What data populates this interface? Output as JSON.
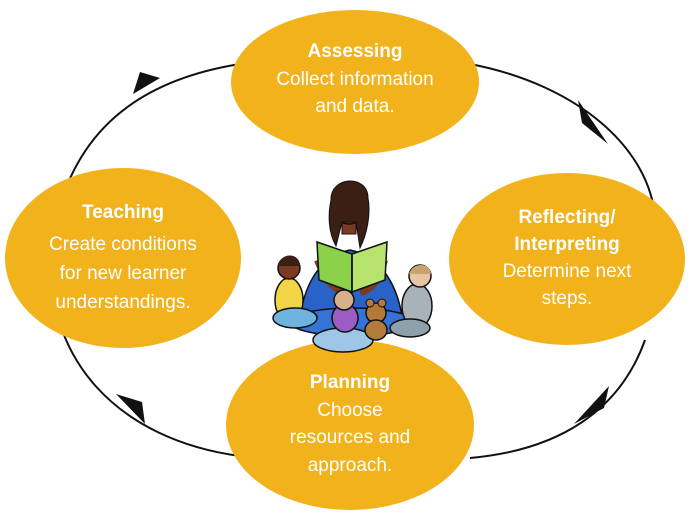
{
  "colors": {
    "node_fill": "#f2b21b",
    "text": "#ffffff",
    "cycle_line": "#111111",
    "arrow": "#111111"
  },
  "nodes": {
    "assessing": {
      "title": "Assessing",
      "lines": [
        "Collect information",
        "and data."
      ]
    },
    "reflecting": {
      "title_lines": [
        "Reflecting/",
        "Interpreting"
      ],
      "lines": [
        "Determine next",
        "steps."
      ]
    },
    "planning": {
      "title": "Planning",
      "lines": [
        "Choose",
        "resources and",
        "approach."
      ]
    },
    "teaching": {
      "title": "Teaching",
      "lines": [
        "Create conditions",
        "for new learner",
        "understandings."
      ]
    }
  },
  "center_image": {
    "icon": "teacher-reading-to-children-illustration"
  }
}
